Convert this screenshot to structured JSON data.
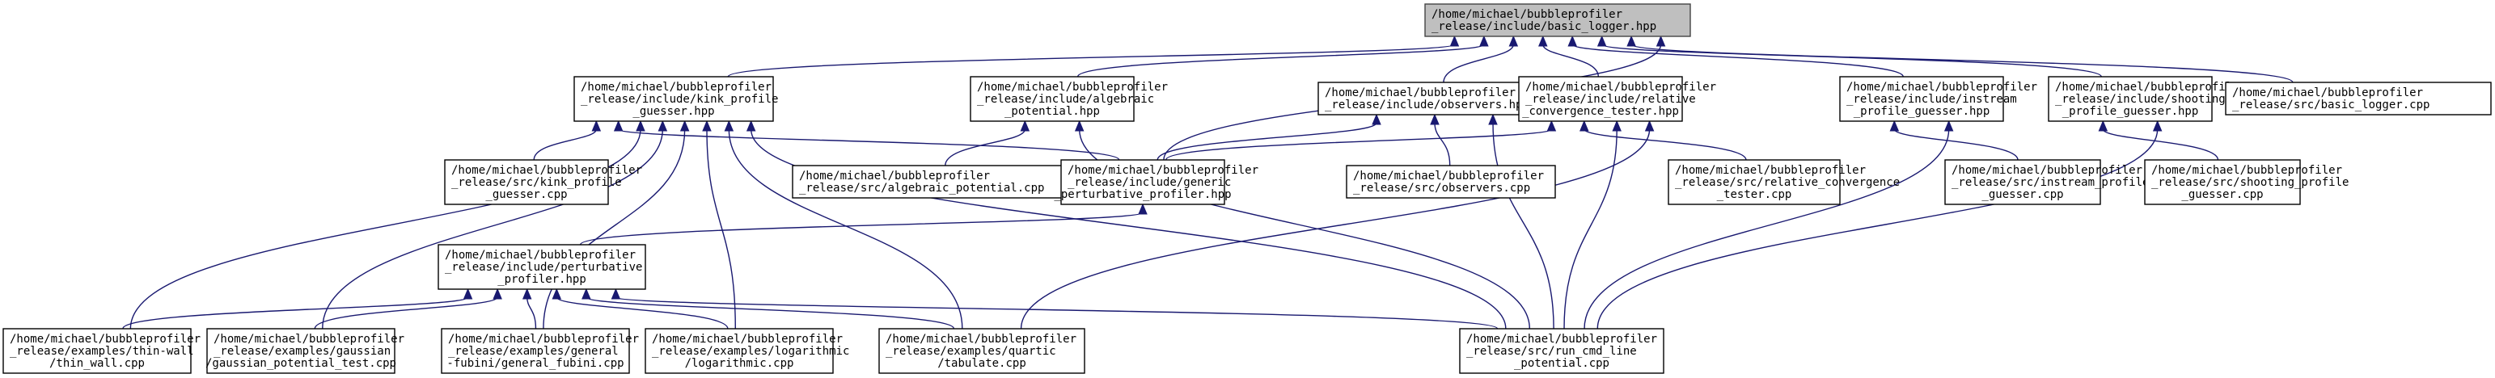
{
  "diagram": {
    "type": "include-dependency-graph",
    "edge_color": "#191970",
    "root_fill": "#bfbfbf",
    "nodes": [
      {
        "id": "basic_logger_hpp",
        "root": true,
        "lines": [
          "/home/michael/bubbleprofiler",
          "_release/include/basic_logger.hpp"
        ]
      },
      {
        "id": "kink_hpp",
        "lines": [
          "/home/michael/bubbleprofiler",
          "_release/include/kink_profile",
          "_guesser.hpp"
        ]
      },
      {
        "id": "algebraic_hpp",
        "lines": [
          "/home/michael/bubbleprofiler",
          "_release/include/algebraic",
          "_potential.hpp"
        ]
      },
      {
        "id": "observers_hpp",
        "lines": [
          "/home/michael/bubbleprofiler",
          "_release/include/observers.hpp"
        ]
      },
      {
        "id": "relconv_hpp",
        "lines": [
          "/home/michael/bubbleprofiler",
          "_release/include/relative",
          "_convergence_tester.hpp"
        ]
      },
      {
        "id": "instream_hpp",
        "lines": [
          "/home/michael/bubbleprofiler",
          "_release/include/instream",
          "_profile_guesser.hpp"
        ]
      },
      {
        "id": "shooting_hpp",
        "lines": [
          "/home/michael/bubbleprofiler",
          "_release/include/shooting",
          "_profile_guesser.hpp"
        ]
      },
      {
        "id": "basic_logger_cpp",
        "lines": [
          "/home/michael/bubbleprofiler",
          "_release/src/basic_logger.cpp"
        ]
      },
      {
        "id": "kink_cpp",
        "lines": [
          "/home/michael/bubbleprofiler",
          "_release/src/kink_profile",
          "_guesser.cpp"
        ]
      },
      {
        "id": "algebraic_cpp",
        "lines": [
          "/home/michael/bubbleprofiler",
          "_release/src/algebraic_potential.cpp"
        ]
      },
      {
        "id": "generic_hpp",
        "lines": [
          "/home/michael/bubbleprofiler",
          "_release/include/generic",
          "_perturbative_profiler.hpp"
        ]
      },
      {
        "id": "observers_cpp",
        "lines": [
          "/home/michael/bubbleprofiler",
          "_release/src/observers.cpp"
        ]
      },
      {
        "id": "relconv_cpp",
        "lines": [
          "/home/michael/bubbleprofiler",
          "_release/src/relative_convergence",
          "_tester.cpp"
        ]
      },
      {
        "id": "instream_cpp",
        "lines": [
          "/home/michael/bubbleprofiler",
          "_release/src/instream_profile",
          "_guesser.cpp"
        ]
      },
      {
        "id": "shooting_cpp",
        "lines": [
          "/home/michael/bubbleprofiler",
          "_release/src/shooting_profile",
          "_guesser.cpp"
        ]
      },
      {
        "id": "perturbative_hpp",
        "lines": [
          "/home/michael/bubbleprofiler",
          "_release/include/perturbative",
          "_profiler.hpp"
        ]
      },
      {
        "id": "thin_wall_cpp",
        "lines": [
          "/home/michael/bubbleprofiler",
          "_release/examples/thin-wall",
          "/thin_wall.cpp"
        ]
      },
      {
        "id": "gaussian_cpp",
        "lines": [
          "/home/michael/bubbleprofiler",
          "_release/examples/gaussian",
          "/gaussian_potential_test.cpp"
        ]
      },
      {
        "id": "fubini_cpp",
        "lines": [
          "/home/michael/bubbleprofiler",
          "_release/examples/general",
          "-fubini/general_fubini.cpp"
        ]
      },
      {
        "id": "logarithmic_cpp",
        "lines": [
          "/home/michael/bubbleprofiler",
          "_release/examples/logarithmic",
          "/logarithmic.cpp"
        ]
      },
      {
        "id": "tabulate_cpp",
        "lines": [
          "/home/michael/bubbleprofiler",
          "_release/examples/quartic",
          "/tabulate.cpp"
        ]
      },
      {
        "id": "run_cmd_cpp",
        "lines": [
          "/home/michael/bubbleprofiler",
          "_release/src/run_cmd_line",
          "_potential.cpp"
        ]
      }
    ],
    "edges": [
      [
        "kink_hpp",
        "basic_logger_hpp"
      ],
      [
        "algebraic_hpp",
        "basic_logger_hpp"
      ],
      [
        "observers_hpp",
        "basic_logger_hpp"
      ],
      [
        "relconv_hpp",
        "basic_logger_hpp"
      ],
      [
        "instream_hpp",
        "basic_logger_hpp"
      ],
      [
        "shooting_hpp",
        "basic_logger_hpp"
      ],
      [
        "basic_logger_cpp",
        "basic_logger_hpp"
      ],
      [
        "generic_hpp",
        "basic_logger_hpp"
      ],
      [
        "kink_cpp",
        "kink_hpp"
      ],
      [
        "generic_hpp",
        "kink_hpp"
      ],
      [
        "thin_wall_cpp",
        "kink_hpp"
      ],
      [
        "gaussian_cpp",
        "kink_hpp"
      ],
      [
        "fubini_cpp",
        "kink_hpp"
      ],
      [
        "logarithmic_cpp",
        "kink_hpp"
      ],
      [
        "tabulate_cpp",
        "kink_hpp"
      ],
      [
        "run_cmd_cpp",
        "kink_hpp"
      ],
      [
        "algebraic_cpp",
        "algebraic_hpp"
      ],
      [
        "run_cmd_cpp",
        "algebraic_hpp"
      ],
      [
        "generic_hpp",
        "observers_hpp"
      ],
      [
        "observers_cpp",
        "observers_hpp"
      ],
      [
        "run_cmd_cpp",
        "observers_hpp"
      ],
      [
        "generic_hpp",
        "relconv_hpp"
      ],
      [
        "relconv_cpp",
        "relconv_hpp"
      ],
      [
        "run_cmd_cpp",
        "relconv_hpp"
      ],
      [
        "tabulate_cpp",
        "relconv_hpp"
      ],
      [
        "instream_cpp",
        "instream_hpp"
      ],
      [
        "run_cmd_cpp",
        "instream_hpp"
      ],
      [
        "shooting_cpp",
        "shooting_hpp"
      ],
      [
        "run_cmd_cpp",
        "shooting_hpp"
      ],
      [
        "perturbative_hpp",
        "generic_hpp"
      ],
      [
        "thin_wall_cpp",
        "perturbative_hpp"
      ],
      [
        "gaussian_cpp",
        "perturbative_hpp"
      ],
      [
        "fubini_cpp",
        "perturbative_hpp"
      ],
      [
        "logarithmic_cpp",
        "perturbative_hpp"
      ],
      [
        "tabulate_cpp",
        "perturbative_hpp"
      ],
      [
        "run_cmd_cpp",
        "perturbative_hpp"
      ]
    ]
  }
}
